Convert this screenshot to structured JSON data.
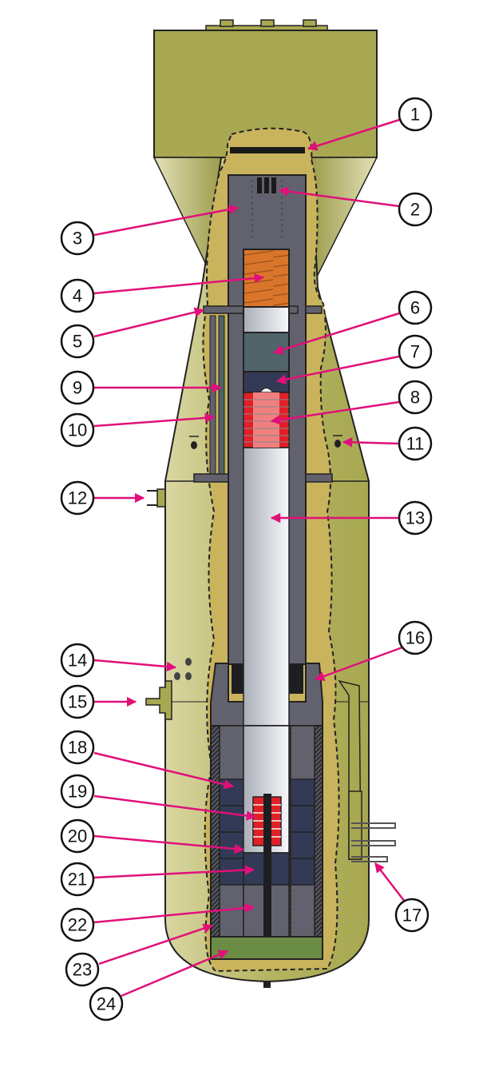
{
  "diagram": {
    "colors": {
      "casing": "#a8a852",
      "cutaway": "#c9b35c",
      "steel": "#62626e",
      "arrow": "#e0107a",
      "uranium": "#e02026",
      "cordite": "#d9752a",
      "tungsten_carbide": "#323a55",
      "boron": "#6b8c44"
    },
    "callouts": [
      {
        "label": "1"
      },
      {
        "label": "2"
      },
      {
        "label": "3"
      },
      {
        "label": "4"
      },
      {
        "label": "5"
      },
      {
        "label": "6"
      },
      {
        "label": "7"
      },
      {
        "label": "8"
      },
      {
        "label": "9"
      },
      {
        "label": "10"
      },
      {
        "label": "11"
      },
      {
        "label": "12"
      },
      {
        "label": "13"
      },
      {
        "label": "14"
      },
      {
        "label": "15"
      },
      {
        "label": "16"
      },
      {
        "label": "17"
      },
      {
        "label": "18"
      },
      {
        "label": "19"
      },
      {
        "label": "20"
      },
      {
        "label": "21"
      },
      {
        "label": "22"
      },
      {
        "label": "23"
      },
      {
        "label": "24"
      }
    ]
  }
}
